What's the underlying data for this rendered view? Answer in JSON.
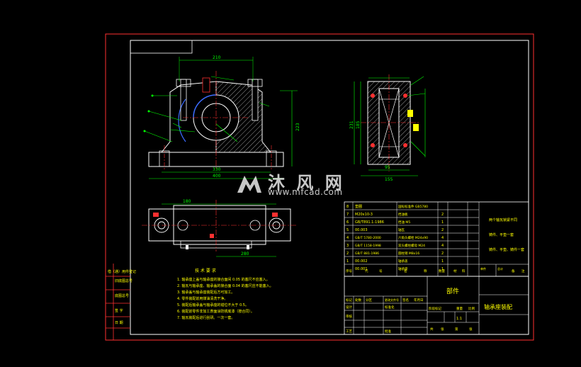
{
  "dimensions": {
    "top_width": "210",
    "right_height": "223",
    "bottom_inner": "330",
    "bottom_outer": "400",
    "plan_top": "180",
    "plan_bottom": "280",
    "side_bottom": "155",
    "side_inner": "95",
    "side_height": "231",
    "side_height_inner": "185"
  },
  "parts_list": [
    {
      "no": "8",
      "code": "垫圈",
      "name": "国标标准件 GB5780",
      "qty": ""
    },
    {
      "no": "7",
      "code": "M20x10-3",
      "name": "挡油板",
      "qty": "2"
    },
    {
      "no": "6",
      "code": "GB/T891.1-1986",
      "name": "挡油 M5",
      "qty": "1"
    },
    {
      "no": "5",
      "code": "00.003",
      "name": "轴瓦",
      "qty": "2"
    },
    {
      "no": "4",
      "code": "GB/T 5780-2000",
      "name": "六角头螺栓 M24x90",
      "qty": "4"
    },
    {
      "no": "3",
      "code": "GB/T 1158-1998",
      "name": "双头螺柱螺母 M24",
      "qty": "4"
    },
    {
      "no": "2",
      "code": "GB/T 881-1986",
      "name": "圆柱销 M8x16",
      "qty": "2"
    },
    {
      "no": "1",
      "code": "00.002",
      "name": "轴承盖",
      "qty": "1"
    },
    {
      "no": "",
      "code": "00.001",
      "name": "轴承座",
      "qty": "1"
    }
  ],
  "parts_notes": [
    "两个轴瓦锁紧不同",
    "铸件、平垫一套",
    "铸件、平垫、铸件一套"
  ],
  "parts_header": [
    "序号",
    "代",
    "号",
    "名",
    "称",
    "数量",
    "材",
    "料",
    "单件",
    "总计",
    "备",
    "注"
  ],
  "tech_req_title": "技 术 要 求",
  "tech_req_items": [
    "1. 轴承座上盖与轴承座的接合面间 0.05 的塞尺不应塞入。",
    "2. 轴瓦与轴承座、轴承盖的接合面 0.04 的塞尺应不能塞入。",
    "3. 轴承盖与轴承座装配后方可加工。",
    "4. 零件装配前用煤油清洗干净。",
    "5. 装配后轴承盖与轴承座的错位不大于 0.5。",
    "6. 装配前零件非加工表面涂防锈底漆（按合同）。",
    "7. 轴瓦装配后进行刮研。一次一套。"
  ],
  "title_block": {
    "part_label": "部件",
    "drawing_title": "轴承座装配",
    "scale": "1:1",
    "labels": [
      "标记",
      "处数",
      "分区",
      "更改文件号",
      "签名",
      "年月日"
    ],
    "row2": [
      "设计",
      "标准化"
    ],
    "row3": [
      "审核"
    ],
    "row4": [
      "工艺",
      "批准"
    ],
    "stage_labels": [
      "阶段标记",
      "重量",
      "比例",
      "共",
      "张",
      "第",
      "张"
    ]
  },
  "side_stamp": [
    "借（通）用件登记",
    "旧底图总号",
    "底图总号",
    "签 字",
    "日 期"
  ],
  "watermark": {
    "text": "沐 风 网",
    "url": "www.mfcad.com"
  },
  "colors": {
    "background": "#000000",
    "border_red": "#ff3030",
    "frame_white": "#ffffff",
    "dimension_green": "#00ff00",
    "centerline_red": "#ff3030",
    "hatch": "#ffffff",
    "text_yellow": "#ffff00",
    "highlight_blue": "#3a6bff"
  }
}
